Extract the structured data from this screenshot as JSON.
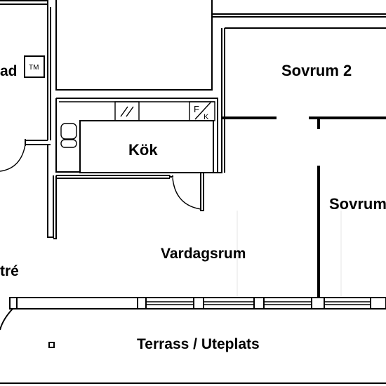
{
  "plan": {
    "rooms": {
      "bad": "ad",
      "sovrum2": "Sovrum 2",
      "kok": "Kök",
      "sovrum": "Sovrum",
      "entre": "tré",
      "vardagsrum": "Vardagsrum",
      "terrass": "Terrass / Uteplats"
    },
    "appliances": {
      "tm": "TM",
      "fk_f": "F",
      "fk_k": "K"
    },
    "colors": {
      "wall": "#000000",
      "background": "#ffffff"
    }
  }
}
